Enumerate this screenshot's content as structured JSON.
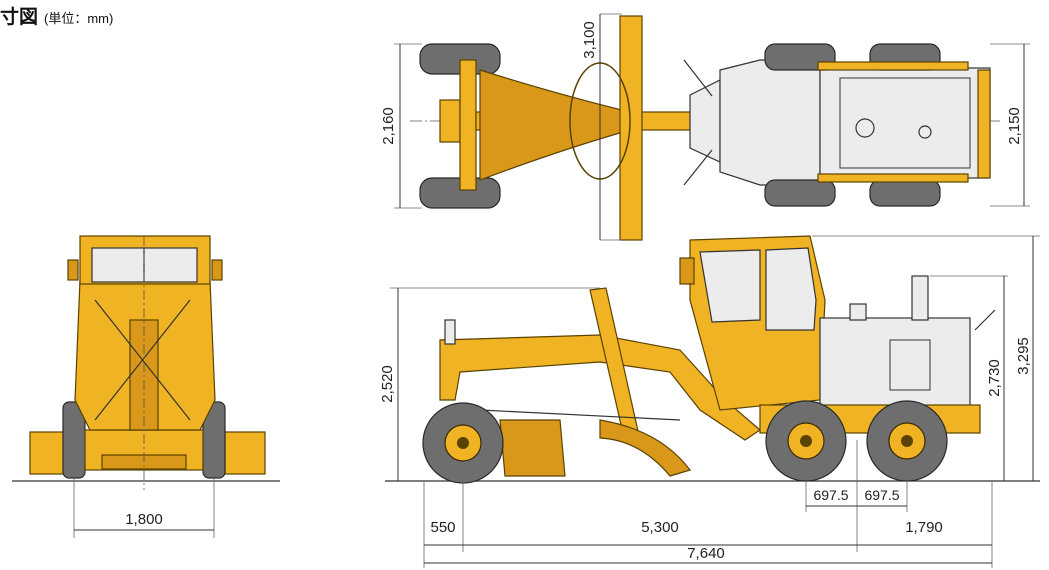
{
  "heading": {
    "title": "寸図",
    "unit": "(単位：mm)"
  },
  "front_view": {
    "width_dim": "1,800"
  },
  "top_view": {
    "blade_dim": "3,100",
    "front_track_dim": "2,160",
    "rear_track_dim": "2,150"
  },
  "side_view": {
    "front_height_dim": "2,520",
    "cab_height_dim": "2,730",
    "overall_height_dim": "3,295",
    "front_overhang_dim": "550",
    "wheelbase_dim": "5,300",
    "rear_overhang_dim": "1,790",
    "tandem_front_dim": "697.5",
    "tandem_rear_dim": "697.5",
    "overall_length_dim": "7,640"
  },
  "colors": {
    "machine": "#f0b323",
    "tire": "#6e6e6e",
    "outline": "#333333"
  }
}
